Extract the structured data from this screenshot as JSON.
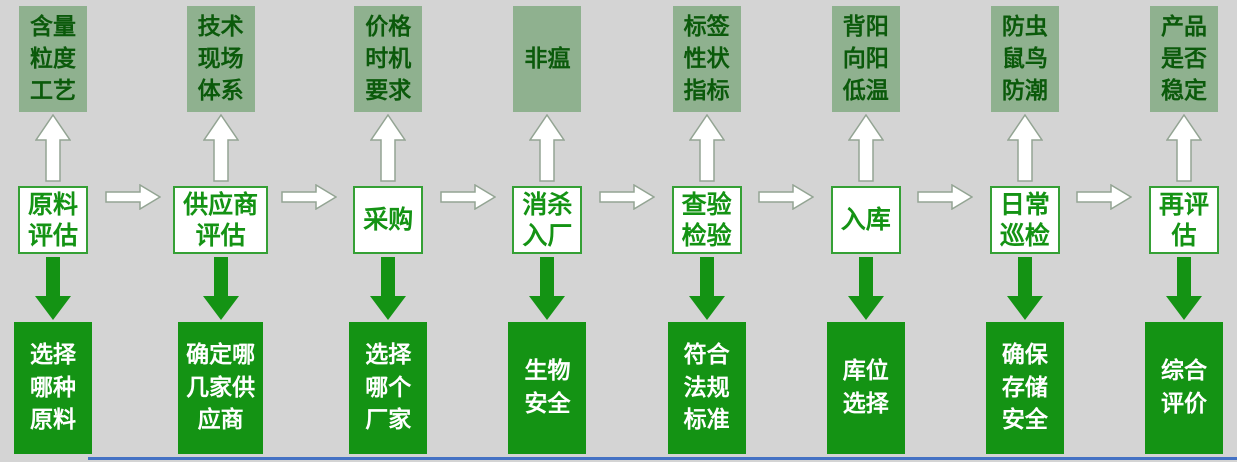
{
  "colors": {
    "background": "#d4d4d4",
    "top_box_bg": "#8fb18f",
    "top_box_text": "#0b5a0b",
    "middle_box_bg": "#ffffff",
    "middle_box_border": "#35a035",
    "middle_box_text": "#149314",
    "bottom_box_bg": "#149314",
    "bottom_box_text": "#ffffff",
    "down_arrow": "#149314",
    "hollow_arrow_fill": "#ffffff",
    "hollow_arrow_stroke": "#93a493",
    "accent_line": "#4472c4"
  },
  "columns": [
    {
      "top": "含量\n粒度\n工艺",
      "middle": "原料\n评估",
      "bottom": "选择\n哪种\n原料"
    },
    {
      "top": "技术\n现场\n体系",
      "middle": "供应商\n评估",
      "bottom": "确定哪\n几家供\n应商"
    },
    {
      "top": "价格\n时机\n要求",
      "middle": "采购",
      "bottom": "选择\n哪个\n厂家"
    },
    {
      "top": "非瘟",
      "middle": "消杀\n入厂",
      "bottom": "生物\n安全"
    },
    {
      "top": "标签\n性状\n指标",
      "middle": "查验\n检验",
      "bottom": "符合\n法规\n标准"
    },
    {
      "top": "背阳\n向阳\n低温",
      "middle": "入库",
      "bottom": "库位\n选择"
    },
    {
      "top": "防虫\n鼠鸟\n防潮",
      "middle": "日常\n巡检",
      "bottom": "确保\n存储\n安全"
    },
    {
      "top": "产品\n是否\n稳定",
      "middle": "再评\n估",
      "bottom": "综合\n评价"
    }
  ]
}
